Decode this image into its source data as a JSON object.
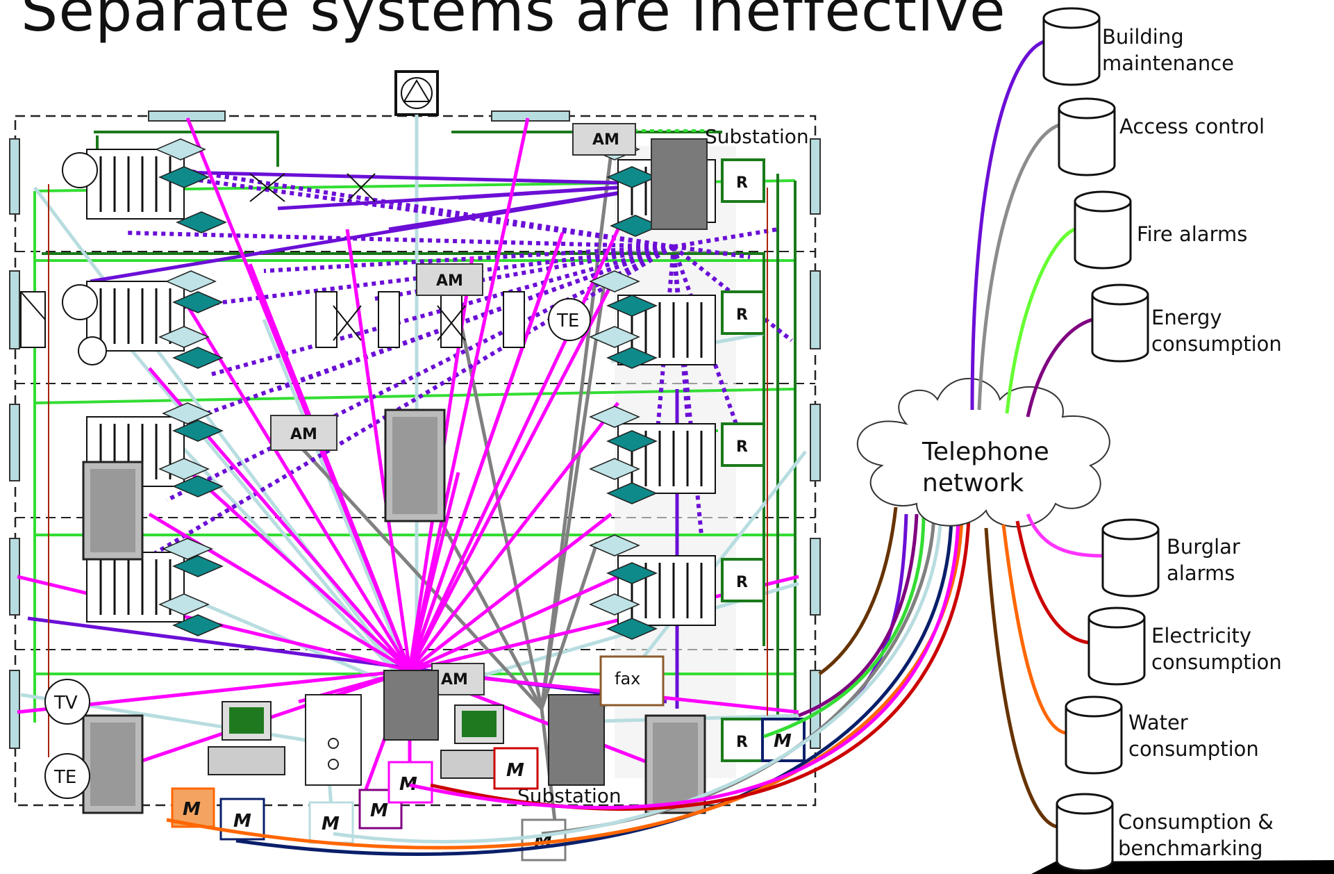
{
  "title": "Separate systems are ineffective",
  "network": {
    "line1": "Telephone",
    "line2": "network"
  },
  "databases": [
    {
      "line1": "Building",
      "line2": "maintenance",
      "color": "#6b0fd6"
    },
    {
      "line1": "Access control",
      "line2": "",
      "color": "#8c8c8c"
    },
    {
      "line1": "Fire alarms",
      "line2": "",
      "color": "#66ff33"
    },
    {
      "line1": "Energy",
      "line2": "consumption",
      "color": "#800080"
    },
    {
      "line1": "Burglar",
      "line2": "alarms",
      "color": "#ff33ff"
    },
    {
      "line1": "Electricity",
      "line2": "consumption",
      "color": "#cc0000"
    },
    {
      "line1": "Water",
      "line2": "consumption",
      "color": "#ff6600"
    },
    {
      "line1": "Consumption &",
      "line2": "benchmarking",
      "color": "#663300"
    }
  ],
  "building": {
    "substation_top": "Substation",
    "substation_bottom": "Substation",
    "am_label": "AM",
    "fax_label": "fax",
    "tv_label": "TV",
    "te_label": "TE",
    "r_label": "R",
    "meters": [
      "M",
      "M",
      "M",
      "M",
      "M",
      "M",
      "M",
      "M"
    ]
  },
  "colors": {
    "magenta": "#ff00ff",
    "violet": "#6b0fd6",
    "lightblue": "#b8dde0",
    "green": "#33dd33",
    "darkgreen": "#1a7a1a",
    "gray": "#808080",
    "teal": "#0f8a8a"
  }
}
